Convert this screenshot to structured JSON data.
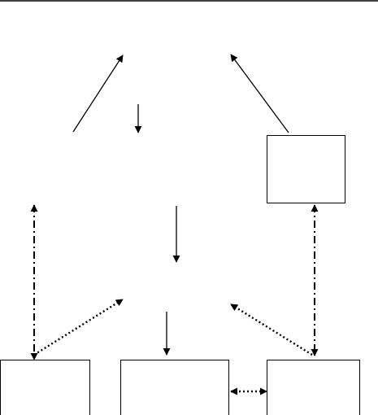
{
  "diagram": {
    "line_color": "#000000",
    "background_color": "#ffffff",
    "boxes": [
      {
        "id": "box-right-middle",
        "label": ""
      },
      {
        "id": "box-bottom-left",
        "label": ""
      },
      {
        "id": "box-bottom-center",
        "label": ""
      },
      {
        "id": "box-bottom-right",
        "label": ""
      }
    ],
    "connectors": [
      {
        "id": "solid-arrow-up-left",
        "style": "solid",
        "heads": "end"
      },
      {
        "id": "solid-arrow-up-right",
        "style": "solid",
        "heads": "end"
      },
      {
        "id": "solid-arrow-down-top",
        "style": "solid",
        "heads": "end"
      },
      {
        "id": "solid-arrow-down-middle",
        "style": "solid",
        "heads": "end"
      },
      {
        "id": "solid-arrow-down-bottom",
        "style": "solid",
        "heads": "end"
      },
      {
        "id": "dash-dot-arrow-left-vertical",
        "style": "dash-dot",
        "heads": "both"
      },
      {
        "id": "dash-dot-arrow-right-vertical",
        "style": "dash-dot",
        "heads": "both"
      },
      {
        "id": "dotted-arrow-left-diagonal",
        "style": "dotted",
        "heads": "end"
      },
      {
        "id": "dotted-arrow-right-diagonal",
        "style": "dotted",
        "heads": "end"
      },
      {
        "id": "dotted-arrow-bottom-horizontal",
        "style": "dotted",
        "heads": "both"
      }
    ]
  }
}
